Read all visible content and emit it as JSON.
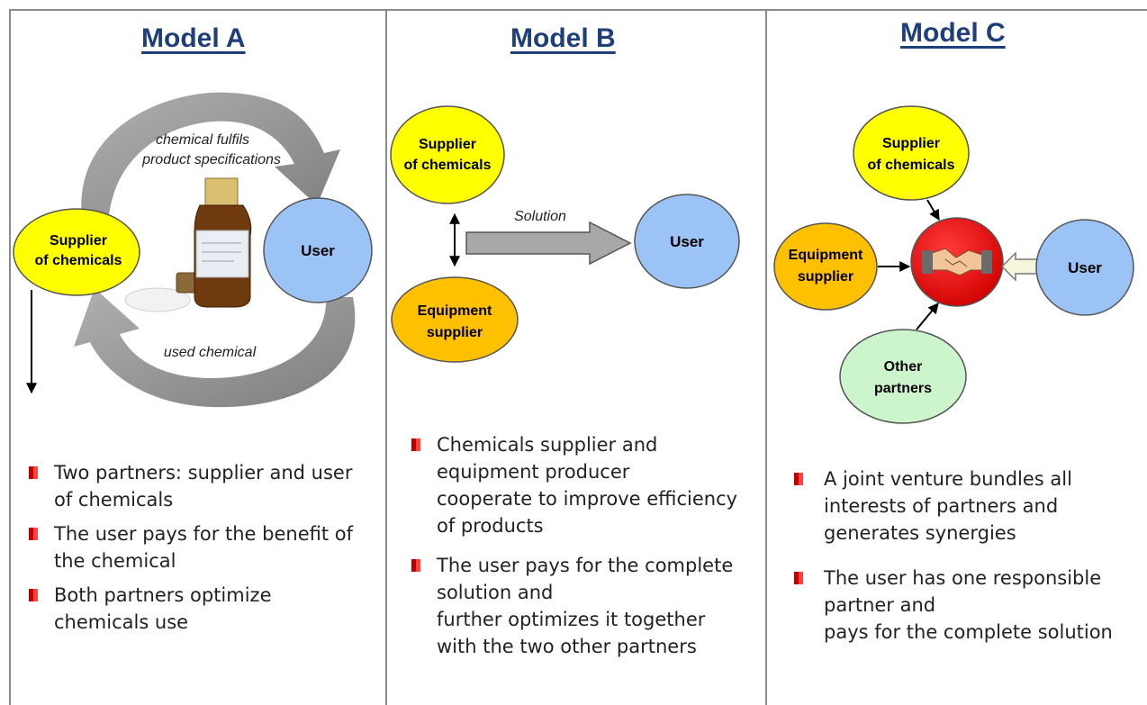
{
  "model_a": {
    "title": "Model A",
    "supplier_line1": "Supplier",
    "supplier_line2": "of chemicals",
    "user": "User",
    "top_caption_line1": "chemical fulfils",
    "top_caption_line2": "product specifications",
    "bottom_caption": "used chemical",
    "bullets": [
      [
        "Two partners: supplier and user",
        "of chemicals"
      ],
      [
        "The user pays for the benefit of",
        "the chemical"
      ],
      [
        "Both partners optimize",
        "chemicals use"
      ]
    ]
  },
  "model_b": {
    "title": "Model B",
    "supplier_line1": "Supplier",
    "supplier_line2": "of chemicals",
    "equipment_line1": "Equipment",
    "equipment_line2": "supplier",
    "solution": "Solution",
    "user": "User",
    "bullets": [
      [
        "Chemicals supplier and",
        "equipment producer",
        "cooperate to improve efficiency",
        "of products"
      ],
      [
        "The user pays for the complete",
        "solution and",
        "further optimizes it together",
        "with the two other partners"
      ]
    ]
  },
  "model_c": {
    "title": "Model C",
    "supplier_line1": "Supplier",
    "supplier_line2": "of chemicals",
    "equipment_line1": "Equipment",
    "equipment_line2": "supplier",
    "other_line1": "Other",
    "other_line2": "partners",
    "user": "User",
    "bullets": [
      [
        "A joint venture bundles all",
        "interests of partners and",
        "generates synergies"
      ],
      [
        "The user has one responsible",
        "partner and",
        "pays for the complete solution"
      ]
    ]
  },
  "colors": {
    "yellow": "#ffff00",
    "orange": "#ffc000",
    "blue": "#9cc3f5",
    "green": "#ccf5cc",
    "red": "#ff0000",
    "title": "#1f3f7a",
    "bullet_mark": "#c00000"
  }
}
